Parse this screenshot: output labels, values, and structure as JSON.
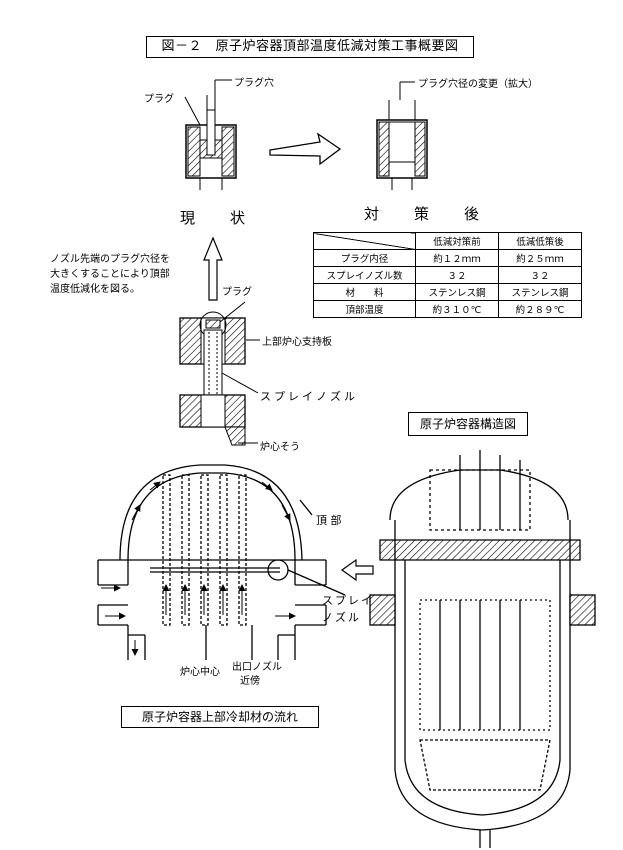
{
  "title": "図－２　原子炉容器頂部温度低減対策工事概要図",
  "labels": {
    "plug": "プラグ",
    "plug_hole": "プラグ穴",
    "plug_hole_change": "プラグ穴径の変更（拡大）",
    "current": "現　状",
    "after": "対　策　後",
    "note": [
      "ノズル先端のプラグ穴径を",
      "大きくすることにより頂部",
      "温度低減化を図る。"
    ],
    "plug2": "プラグ",
    "upper_core_support_plate": "上部炉心支持板",
    "spray_nozzle": "スプレイノズル",
    "core_barrel": "炉心そう",
    "vessel_structure": "原子炉容器構造図",
    "top": "頂 部",
    "spray_nozzle_split": [
      "スプレイ",
      "ノズル"
    ],
    "core_center": "炉心中心",
    "outlet_nozzle_near": [
      "出口ノズル",
      "近傍"
    ],
    "coolant_flow": "原子炉容器上部冷却材の流れ"
  },
  "table": {
    "headers": [
      "",
      "低減対策前",
      "低減低策後"
    ],
    "rows": [
      [
        "プラグ内径",
        "約１２ｍｍ",
        "約２５ｍｍ"
      ],
      [
        "スプレイノズル数",
        "３２",
        "３２"
      ],
      [
        "材　　料",
        "ステンレス鋼",
        "ステンレス鋼"
      ],
      [
        "頂部温度",
        "約３１０℃",
        "約２８９℃"
      ]
    ]
  }
}
